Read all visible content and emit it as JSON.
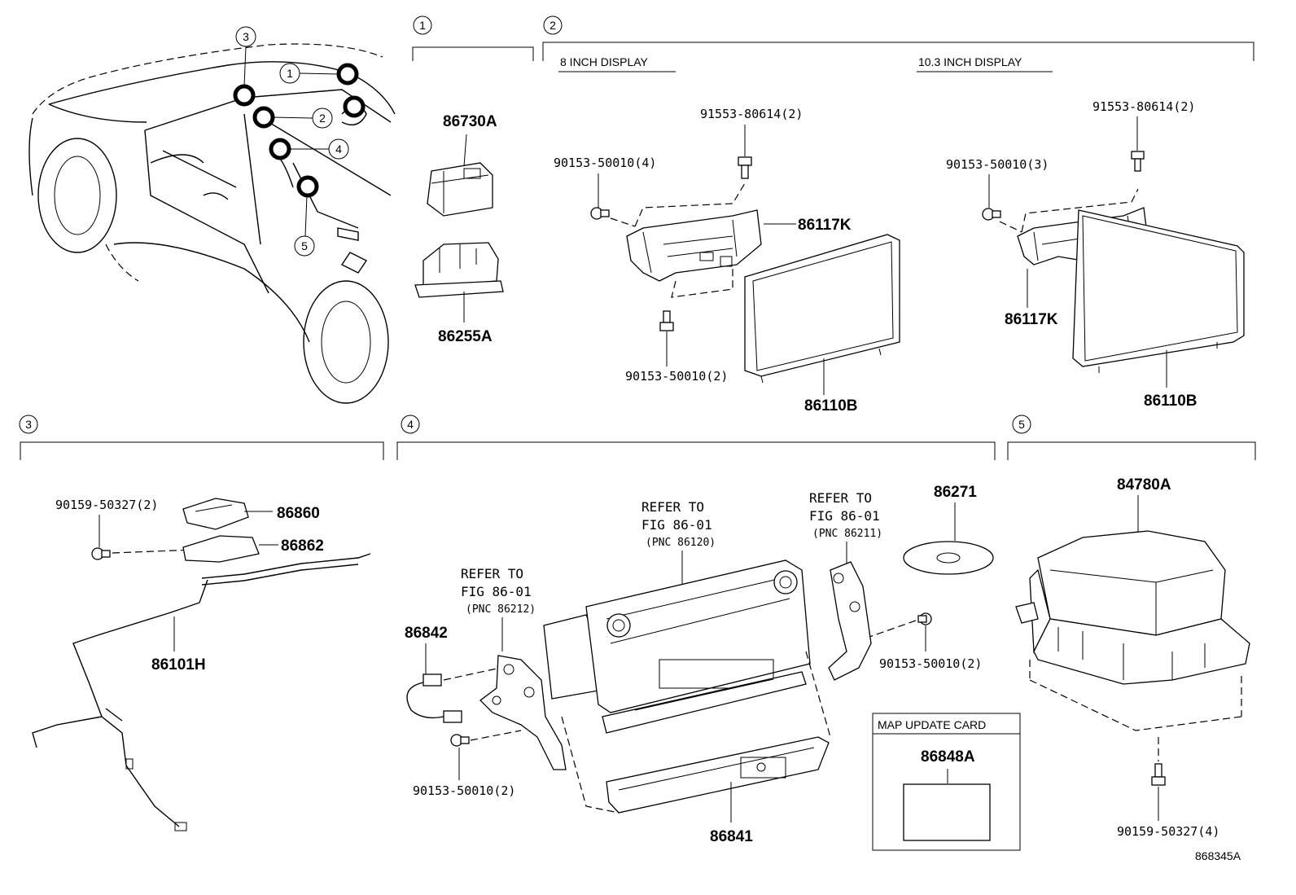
{
  "sections": {
    "s1": {
      "num": "1"
    },
    "s2": {
      "num": "2",
      "left_title": "8 INCH DISPLAY",
      "right_title": "10.3 INCH DISPLAY"
    },
    "s3": {
      "num": "3"
    },
    "s4": {
      "num": "4"
    },
    "s5": {
      "num": "5"
    }
  },
  "car": {
    "callouts": [
      "1",
      "2",
      "3",
      "4",
      "5"
    ]
  },
  "parts": {
    "p86730A": "86730A",
    "p86255A": "86255A",
    "p8in_screw_top": "91553-80614(2)",
    "p8in_screw_left": "90153-50010(4)",
    "p8in_bracket": "86117K",
    "p8in_screw_bottom": "90153-50010(2)",
    "p8in_display": "86110B",
    "p10in_screw_top": "91553-80614(2)",
    "p10in_screw_left": "90153-50010(3)",
    "p10in_bracket": "86117K",
    "p10in_display": "86110B",
    "p3_screw": "90159-50327(2)",
    "p86860": "86860",
    "p86862": "86862",
    "p86101H": "86101H",
    "p86842": "86842",
    "p4_screw_left": "90153-50010(2)",
    "p86841": "86841",
    "p86271": "86271",
    "p4_screw_right": "90153-50010(2)",
    "p84780A": "84780A",
    "p5_screw": "90159-50327(4)",
    "map_card_title": "MAP UPDATE CARD",
    "p86848A": "86848A"
  },
  "refers": {
    "r1": {
      "line1": "REFER TO",
      "line2": "FIG 86-01",
      "line3": "(PNC 86212)"
    },
    "r2": {
      "line1": "REFER TO",
      "line2": "FIG 86-01",
      "line3": "(PNC 86120)"
    },
    "r3": {
      "line1": "REFER TO",
      "line2": "FIG 86-01",
      "line3": "(PNC 86211)"
    }
  },
  "figure_code": "868345A"
}
